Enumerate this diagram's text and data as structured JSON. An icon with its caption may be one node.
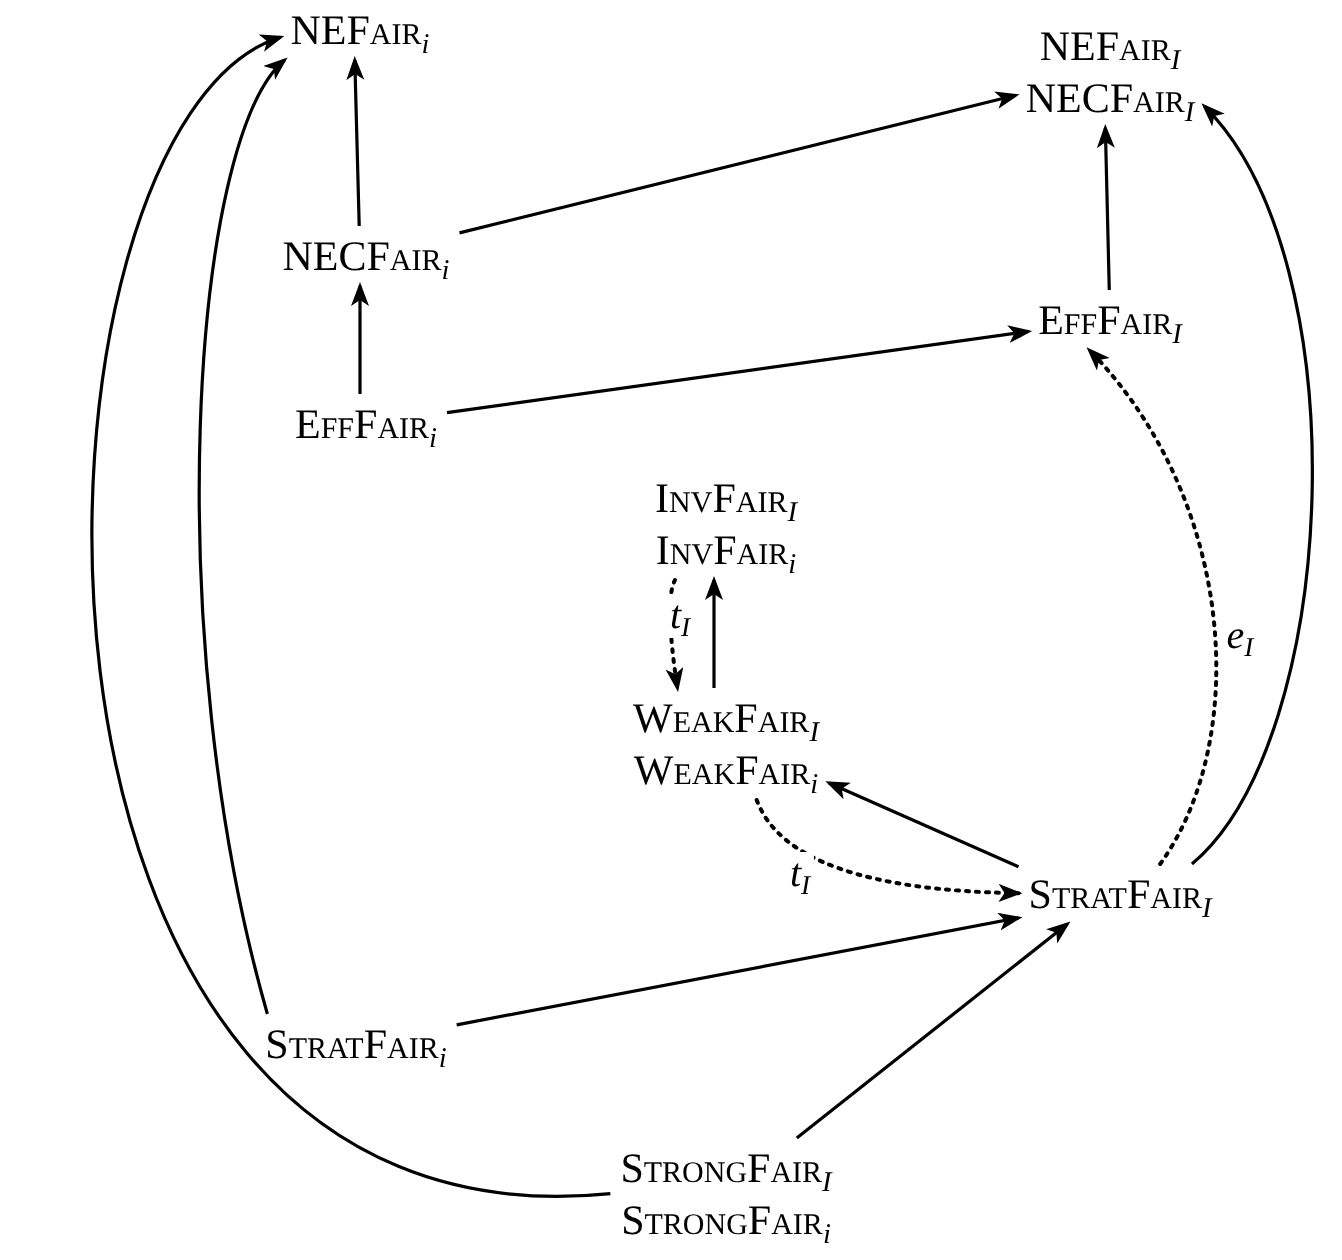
{
  "diagram": {
    "nodes": [
      {
        "text": [
          "NEFair$_{i}$"
        ]
      },
      {
        "text": [
          "NEFair$_{I}$",
          "NECFair$_{I}$"
        ]
      },
      {
        "text": [
          "NECFair$_{i}$"
        ]
      },
      {
        "text": [
          "EffFair$_{I}$"
        ]
      },
      {
        "text": [
          "EffFair$_{i}$"
        ]
      },
      {
        "text": [
          "InvFair$_{I}$",
          "InvFair$_{i}$"
        ]
      },
      {
        "text": [
          "WeakFair$_{I}$",
          "WeakFair$_{i}$"
        ]
      },
      {
        "text": [
          "StratFair$_{I}$"
        ]
      },
      {
        "text": [
          "StratFair$_{i}$"
        ]
      },
      {
        "text": [
          "StrongFair$_{I}$",
          "StrongFair$_{i}$"
        ]
      }
    ],
    "edges": [
      {
        "from": 2,
        "to": 0,
        "arrow": "to"
      },
      {
        "from": 4,
        "to": 2,
        "arrow": "to"
      },
      {
        "from": 2,
        "to": 1,
        "arrow": "to"
      },
      {
        "from": 4,
        "to": 3,
        "arrow": "to"
      },
      {
        "from": 3,
        "to": 1,
        "arrow": "to"
      },
      {
        "from": 7,
        "to": 1,
        "arrow": "to"
      },
      {
        "from": 7,
        "to": 3,
        "arrow": "to",
        "style": "dashed",
        "label": "e$_{I}$"
      },
      {
        "from": 6,
        "to": 5,
        "arrow": "to"
      },
      {
        "from": 5,
        "to": 6,
        "arrow": "to",
        "style": "dashed",
        "label": "t$_{I}$"
      },
      {
        "from": 6,
        "to": 7,
        "arrow": "to",
        "style": "dashed",
        "label": "t$_{I}$"
      },
      {
        "from": 7,
        "to": 6,
        "arrow": "to"
      },
      {
        "from": 8,
        "to": 7,
        "arrow": "to"
      },
      {
        "from": 9,
        "to": 7,
        "arrow": "to"
      },
      {
        "from": 8,
        "to": 0,
        "arrow": "to"
      },
      {
        "from": 9,
        "to": 0,
        "arrow": "to"
      }
    ]
  }
}
